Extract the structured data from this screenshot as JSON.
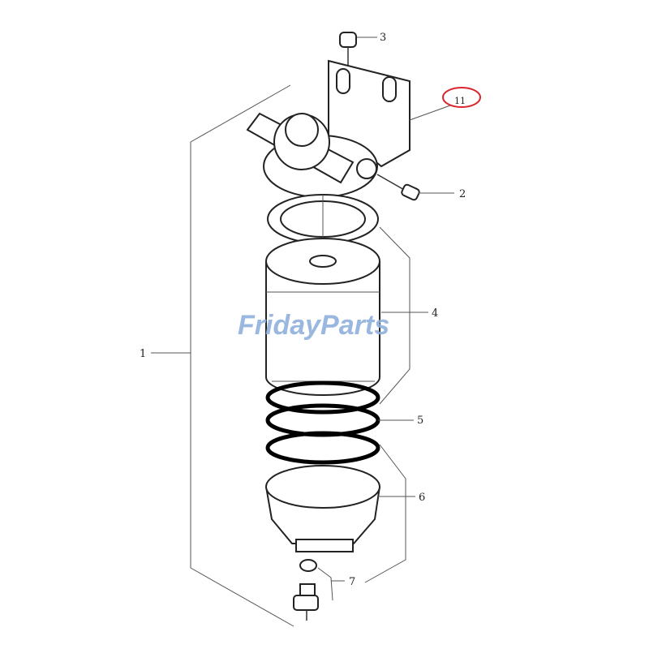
{
  "watermark": {
    "part1": "Friday",
    "part2": "Parts",
    "color_main": "#8fb0dc",
    "color_accent": "#f0b860"
  },
  "highlight_color": "#d9262e",
  "callouts": [
    {
      "id": "1",
      "label": "1"
    },
    {
      "id": "2",
      "label": "2"
    },
    {
      "id": "3",
      "label": "3"
    },
    {
      "id": "4",
      "label": "4"
    },
    {
      "id": "5",
      "label": "5"
    },
    {
      "id": "6",
      "label": "6"
    },
    {
      "id": "7",
      "label": "7"
    },
    {
      "id": "11",
      "label": "11"
    }
  ]
}
